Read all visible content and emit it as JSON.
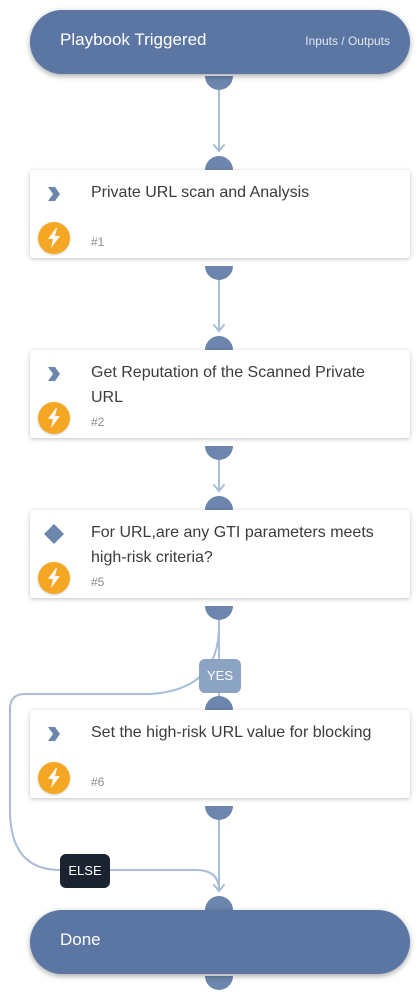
{
  "start": {
    "title": "Playbook Triggered",
    "link": "Inputs / Outputs"
  },
  "tasks": [
    {
      "title": "Private URL scan and Analysis",
      "num": "#1",
      "type_icon": "chevron-right-icon",
      "action_icon": "lightning-icon"
    },
    {
      "title": "Get Reputation of the Scanned Private URL",
      "num": "#2",
      "type_icon": "chevron-right-icon",
      "action_icon": "lightning-icon"
    },
    {
      "title": "For URL,are any GTI parameters meets high-risk criteria?",
      "num": "#5",
      "type_icon": "diamond-icon",
      "action_icon": "lightning-icon"
    },
    {
      "title": "Set the high-risk URL value for blocking",
      "num": "#6",
      "type_icon": "chevron-right-icon",
      "action_icon": "lightning-icon"
    }
  ],
  "branches": {
    "yes": "YES",
    "else": "ELSE"
  },
  "end": {
    "title": "Done"
  },
  "colors": {
    "pill": "#5b76a2",
    "connector": "#a9bdd6",
    "dot": "#6d86ad",
    "bolt": "#f5a623",
    "yes_badge": "#8ca4c4",
    "else_badge": "#1c2330"
  }
}
